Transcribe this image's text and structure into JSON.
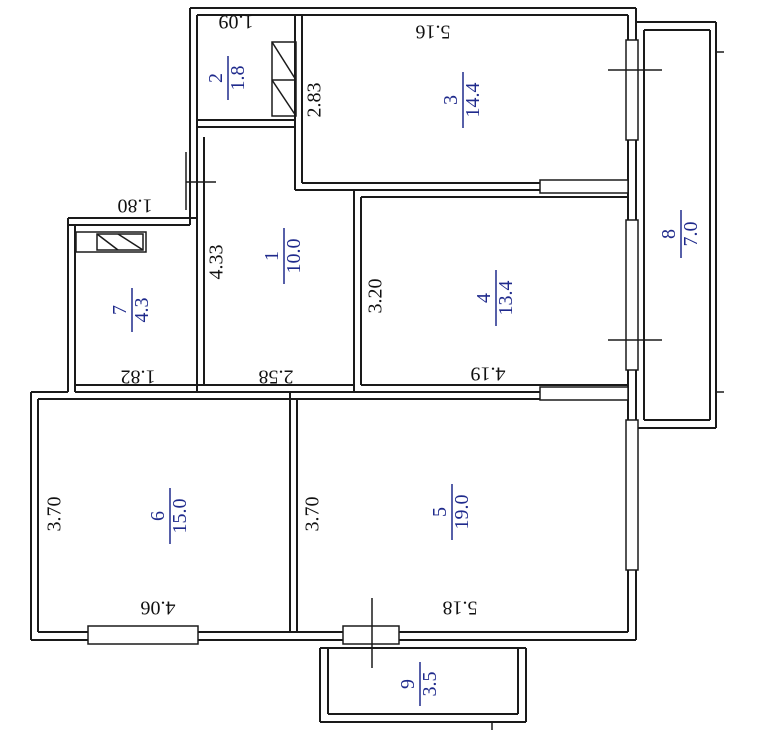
{
  "colors": {
    "wall": "#1a1a1a",
    "label": "#1f2a8c",
    "dimension": "#111111",
    "background": "#ffffff"
  },
  "rooms": [
    {
      "id": "1",
      "number": "1",
      "area": "10.0"
    },
    {
      "id": "2",
      "number": "2",
      "area": "1.8"
    },
    {
      "id": "3",
      "number": "3",
      "area": "14.4"
    },
    {
      "id": "4",
      "number": "4",
      "area": "13.4"
    },
    {
      "id": "5",
      "number": "5",
      "area": "19.0"
    },
    {
      "id": "6",
      "number": "6",
      "area": "15.0"
    },
    {
      "id": "7",
      "number": "7",
      "area": "4.3"
    },
    {
      "id": "8",
      "number": "8",
      "area": "7.0"
    },
    {
      "id": "9",
      "number": "9",
      "area": "3.5"
    }
  ],
  "dimensions": {
    "room2_width": "1.09",
    "room3_width": "5.16",
    "room3_height": "2.83",
    "room7_width_top": "1.80",
    "room1_height": "4.33",
    "room4_height": "3.20",
    "room7_width_bottom": "1.82",
    "room1_width": "2.58",
    "room4_width": "4.19",
    "room6_height": "3.70",
    "room5_height": "3.70",
    "room6_width": "4.06",
    "room5_width": "5.18"
  }
}
